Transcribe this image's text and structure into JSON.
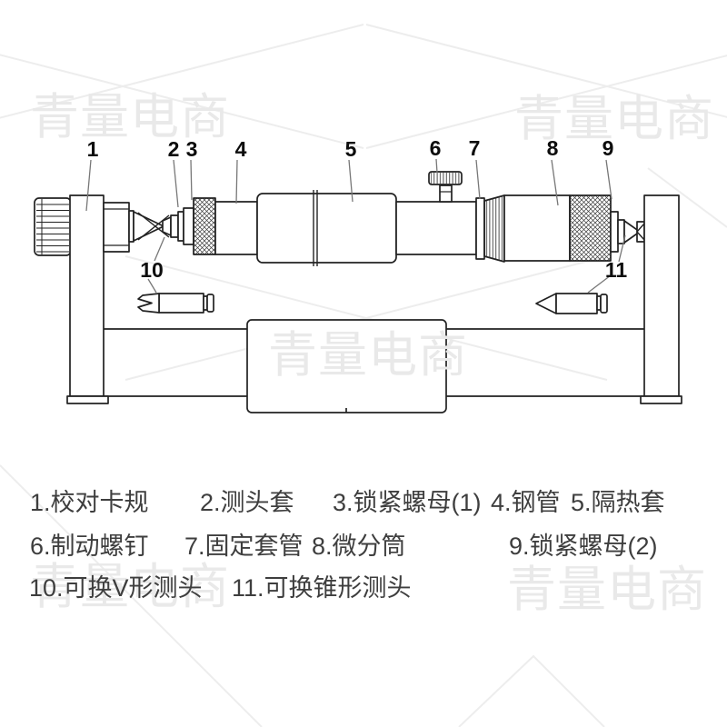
{
  "watermark": {
    "text": "青量电商",
    "color": "#e9e9e9"
  },
  "colors": {
    "ink": "#222222",
    "label_text": "#3e3e3e",
    "leader": "#777777",
    "background": "#ffffff"
  },
  "diagram": {
    "callouts": [
      {
        "num": "1"
      },
      {
        "num": "2"
      },
      {
        "num": "3"
      },
      {
        "num": "4"
      },
      {
        "num": "5"
      },
      {
        "num": "6"
      },
      {
        "num": "7"
      },
      {
        "num": "8"
      },
      {
        "num": "9"
      },
      {
        "num": "10"
      },
      {
        "num": "11"
      }
    ]
  },
  "legend": {
    "items": [
      {
        "text": "1.校对卡规"
      },
      {
        "text": "2.测头套"
      },
      {
        "text": "3.锁紧螺母(1)"
      },
      {
        "text": "4.钢管"
      },
      {
        "text": "5.隔热套"
      },
      {
        "text": "6.制动螺钉"
      },
      {
        "text": "7.固定套管"
      },
      {
        "text": "8.微分筒"
      },
      {
        "text": "9.锁紧螺母(2)"
      },
      {
        "text": "10.可换V形测头"
      },
      {
        "text": "11.可换锥形测头"
      }
    ]
  }
}
